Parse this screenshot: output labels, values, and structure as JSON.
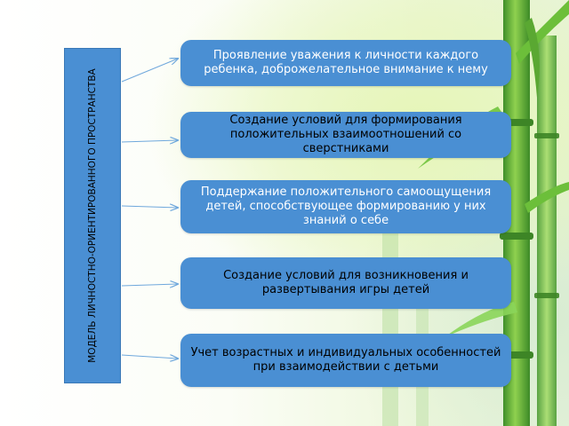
{
  "diagram": {
    "root_label": "МОДЕЛЬ ЛИЧНОСТНО-ОРИЕНТИРОВАННОГО ПРОСТРАНСТВА",
    "items": [
      "Проявление уважения к личности каждого ребенка, доброжелательное внимание к нему",
      "Создание условий для формирования положительных взаимоотношений со сверстниками",
      "Поддержание положительного самоощущения детей, способствующее формированию у них знаний о себе",
      "Создание условий для возникновения и развертывания игры детей",
      "Учет возрастных и индивидуальных особенностей при взаимодействии с детьми"
    ]
  },
  "colors": {
    "box_fill": "#4a8fd3",
    "box_text": "#ffffff",
    "root_text": "#000000",
    "arrow": "#6fa8dc",
    "bamboo": "#5fae3a"
  }
}
